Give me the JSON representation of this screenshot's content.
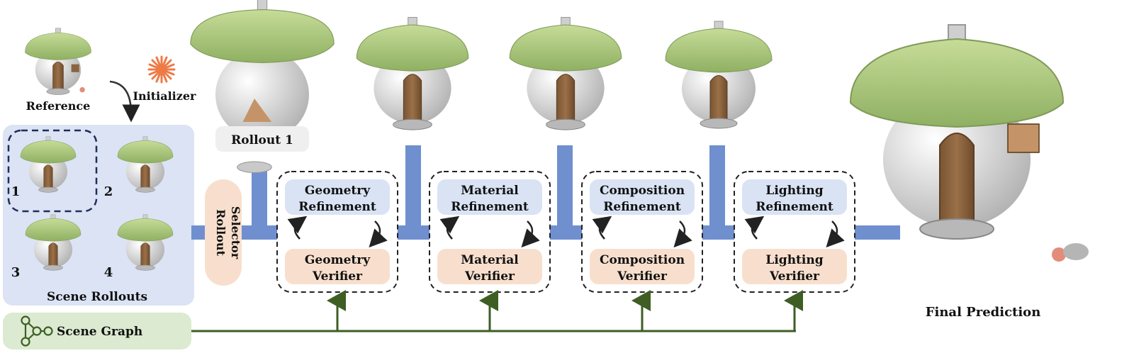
{
  "labels": {
    "reference": "Reference",
    "initializer": "Initializer",
    "scene_rollouts": "Scene Rollouts",
    "rollout_selector_line1": "Rollout",
    "rollout_selector_line2": "Selector",
    "rollout_1": "Rollout 1",
    "final_prediction": "Final Prediction",
    "scene_graph": "Scene Graph",
    "rollout_numbers": [
      "1",
      "2",
      "3",
      "4"
    ]
  },
  "stages": [
    {
      "refine_line1": "Geometry",
      "refine_line2": "Refinement",
      "verify_line1": "Geometry",
      "verify_line2": "Verifier"
    },
    {
      "refine_line1": "Material",
      "refine_line2": "Refinement",
      "verify_line1": "Material",
      "verify_line2": "Verifier"
    },
    {
      "refine_line1": "Composition",
      "refine_line2": "Refinement",
      "verify_line1": "Composition",
      "verify_line2": "Verifier"
    },
    {
      "refine_line1": "Lighting",
      "refine_line2": "Refinement",
      "verify_line1": "Lighting",
      "verify_line2": "Verifier"
    }
  ],
  "colors": {
    "rollout_panel": "#dbe3f4",
    "pipe": "#6f8fcf",
    "refine_box": "#d9e3f4",
    "verify_box": "#f8dfcd",
    "selector": "#f8dfcd",
    "scene_graph_bg": "#dbead0",
    "graph_line": "#3e5e24",
    "cap": "#a8c77a",
    "cap_dark": "#8fb062",
    "body": "#e6e6e6",
    "door": "#8a6440",
    "initializer_star": "#ee7a45"
  }
}
